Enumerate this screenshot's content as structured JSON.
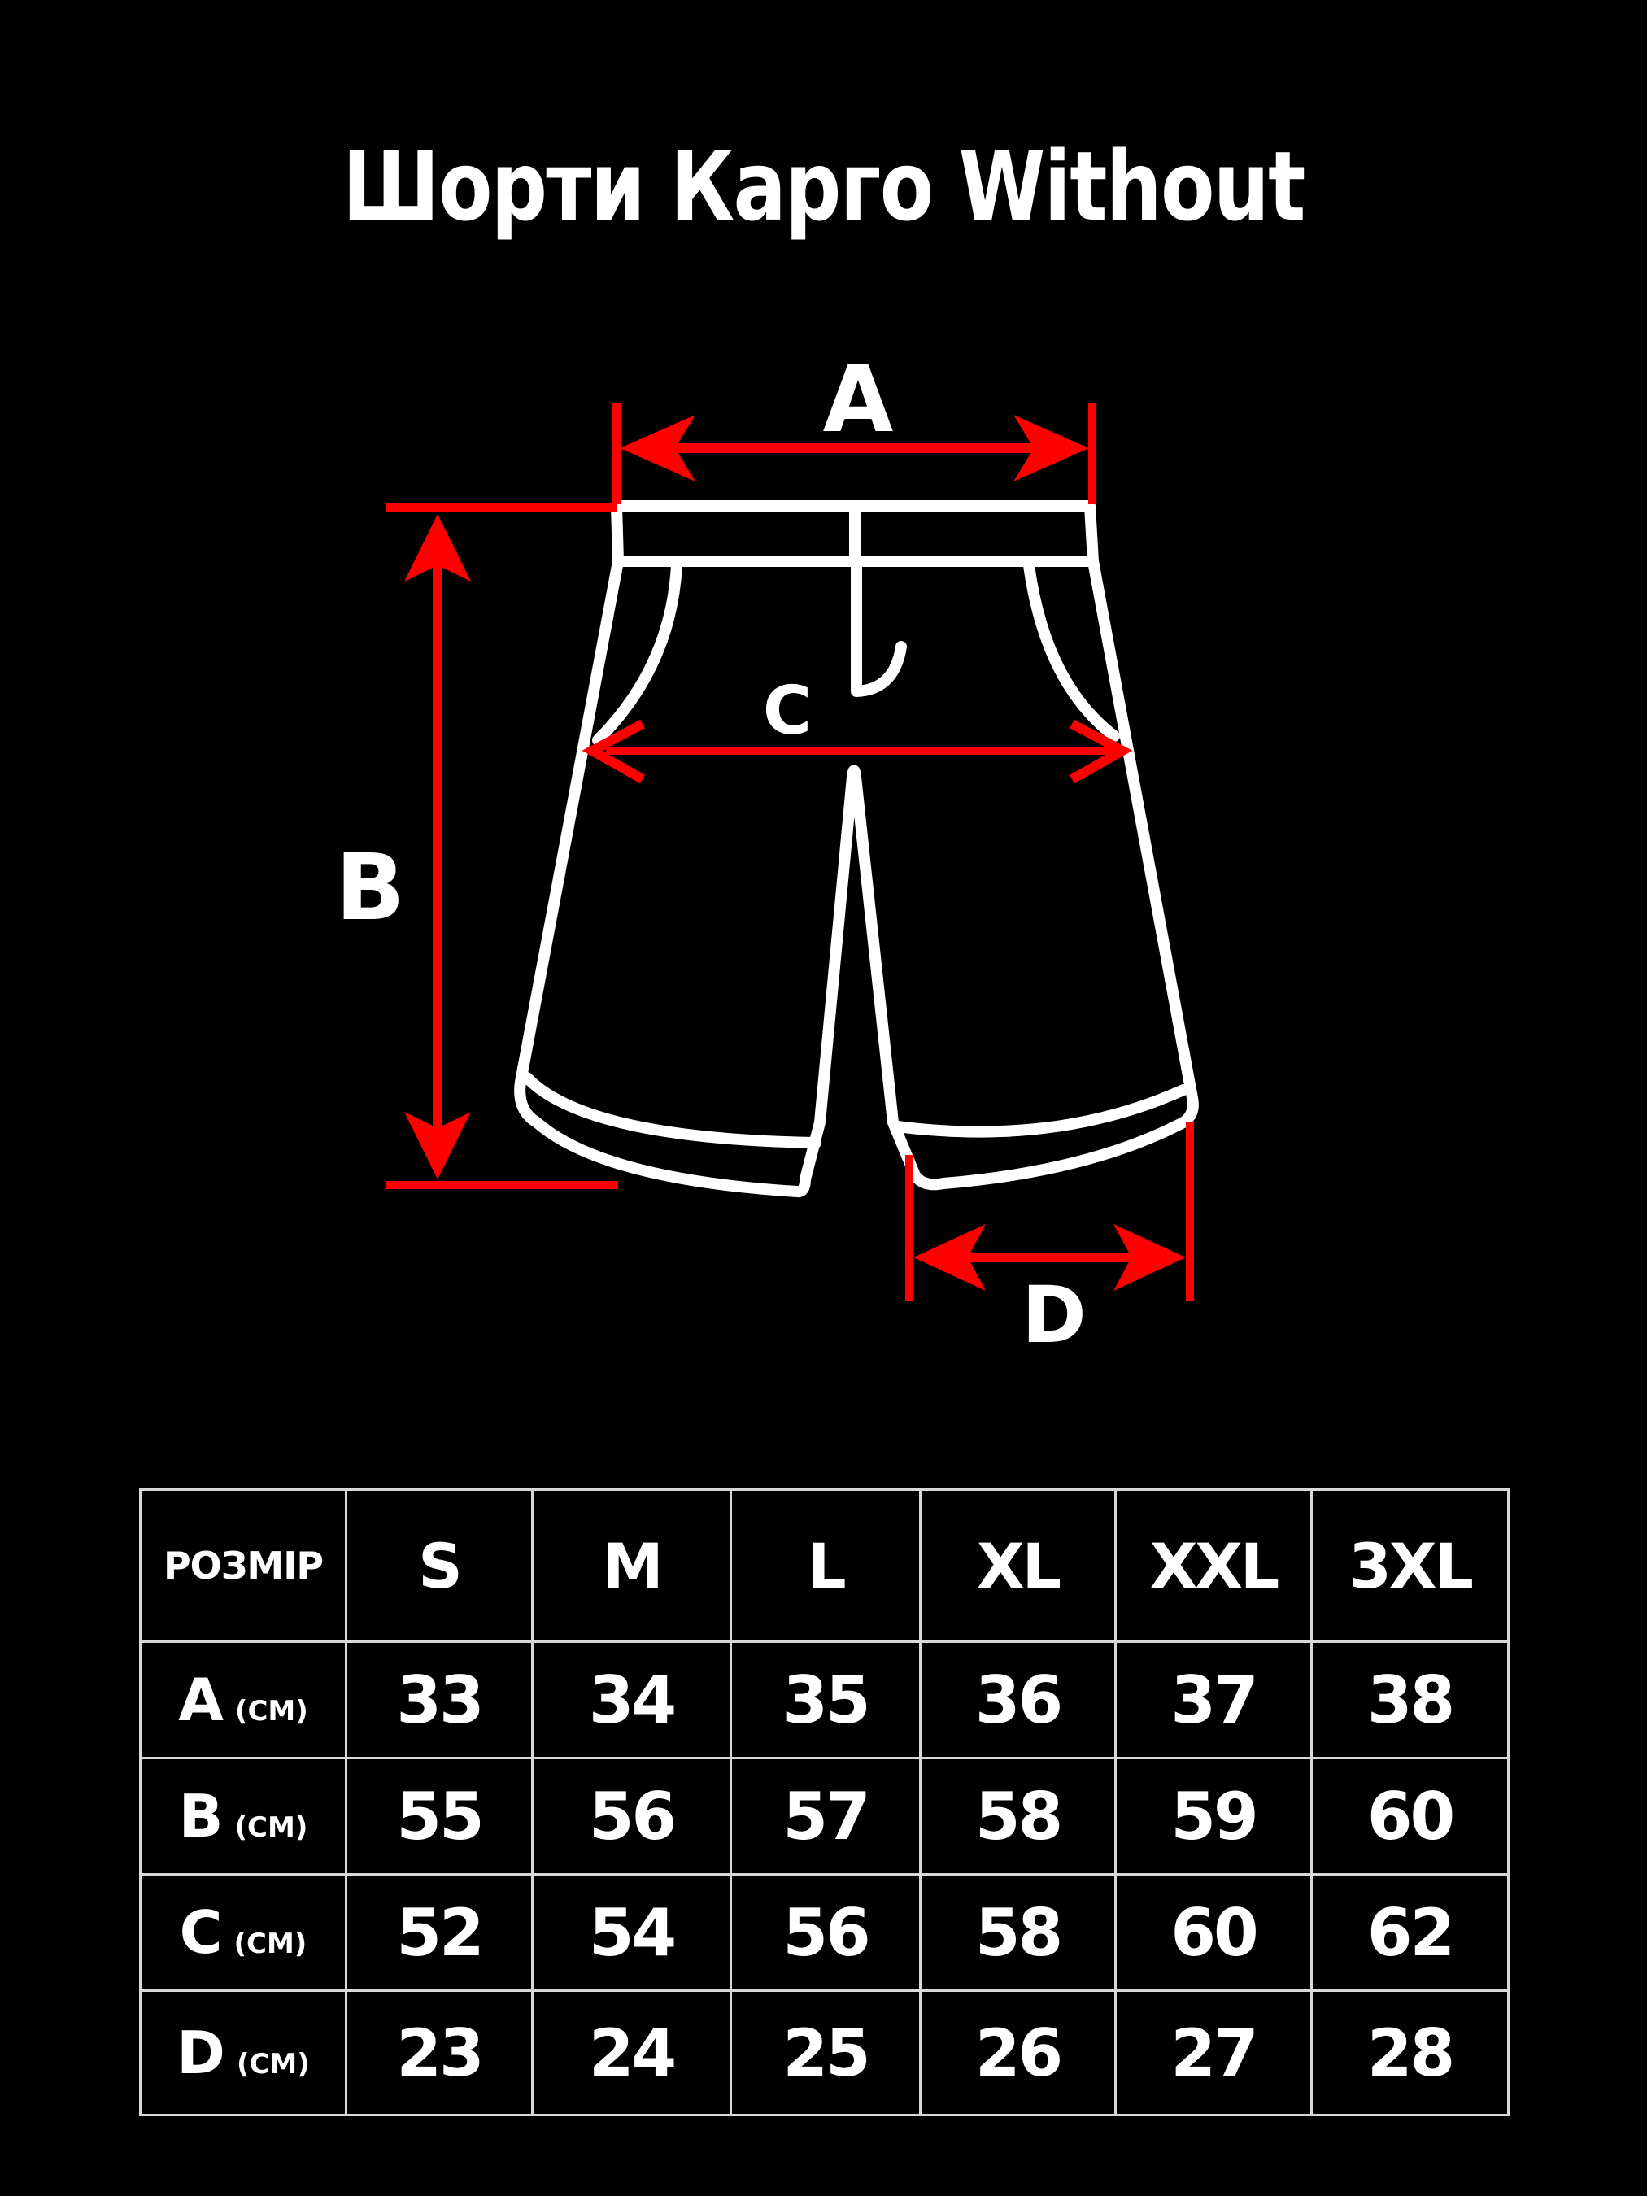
{
  "title": "Шорти Карго Without",
  "colors": {
    "background": "#000000",
    "outline": "#ffffff",
    "measure": "#ff0000",
    "grid": "#d8d8d8"
  },
  "diagram": {
    "labels": {
      "a": "A",
      "b": "B",
      "c": "C",
      "d": "D"
    }
  },
  "table": {
    "header_label": "РОЗМІР",
    "sizes": [
      "S",
      "M",
      "L",
      "XL",
      "XXL",
      "3XL"
    ],
    "rows": [
      {
        "label": "A",
        "unit": "(СМ)",
        "values": [
          "33",
          "34",
          "35",
          "36",
          "37",
          "38"
        ]
      },
      {
        "label": "B",
        "unit": "(СМ)",
        "values": [
          "55",
          "56",
          "57",
          "58",
          "59",
          "60"
        ]
      },
      {
        "label": "C",
        "unit": "(СМ)",
        "values": [
          "52",
          "54",
          "56",
          "58",
          "60",
          "62"
        ]
      },
      {
        "label": "D",
        "unit": "(СМ)",
        "values": [
          "23",
          "24",
          "25",
          "26",
          "27",
          "28"
        ]
      }
    ]
  }
}
